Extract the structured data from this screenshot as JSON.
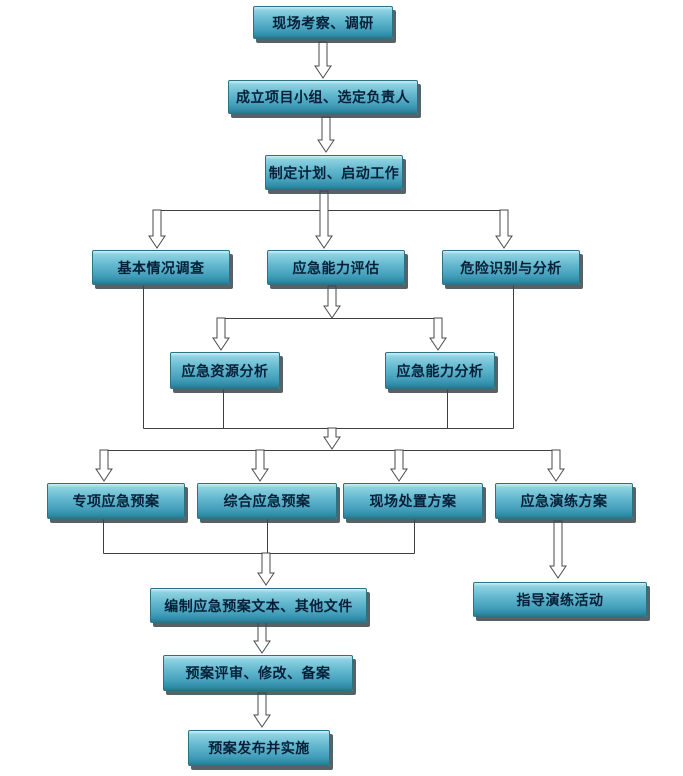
{
  "diagram": {
    "type": "flowchart",
    "nodes": [
      {
        "id": "survey",
        "label": "现场考察、调研"
      },
      {
        "id": "team",
        "label": "成立项目小组、选定负责人"
      },
      {
        "id": "plan",
        "label": "制定计划、启动工作"
      },
      {
        "id": "basic-survey",
        "label": "基本情况调查"
      },
      {
        "id": "capability-eval",
        "label": "应急能力评估"
      },
      {
        "id": "hazard-analysis",
        "label": "危险识别与分析"
      },
      {
        "id": "resource-analysis",
        "label": "应急资源分析"
      },
      {
        "id": "capability-analysis",
        "label": "应急能力分析"
      },
      {
        "id": "special-plan",
        "label": "专项应急预案"
      },
      {
        "id": "comprehensive-plan",
        "label": "综合应急预案"
      },
      {
        "id": "onsite-plan",
        "label": "现场处置方案"
      },
      {
        "id": "drill-plan",
        "label": "应急演练方案"
      },
      {
        "id": "compile-docs",
        "label": "编制应急预案文本、其他文件"
      },
      {
        "id": "guide-drill",
        "label": "指导演练活动"
      },
      {
        "id": "review",
        "label": "预案评审、修改、备案"
      },
      {
        "id": "publish",
        "label": "预案发布并实施"
      }
    ],
    "colors": {
      "node_fill_light": "#cdeef6",
      "node_fill_mid": "#63b8ce",
      "node_fill_dark": "#26788f",
      "node_border": "#2a7286",
      "node_text": "#061f38",
      "connector_line": "#3f3f3f",
      "arrow_fill": "#ffffff",
      "background": "#ffffff"
    }
  }
}
